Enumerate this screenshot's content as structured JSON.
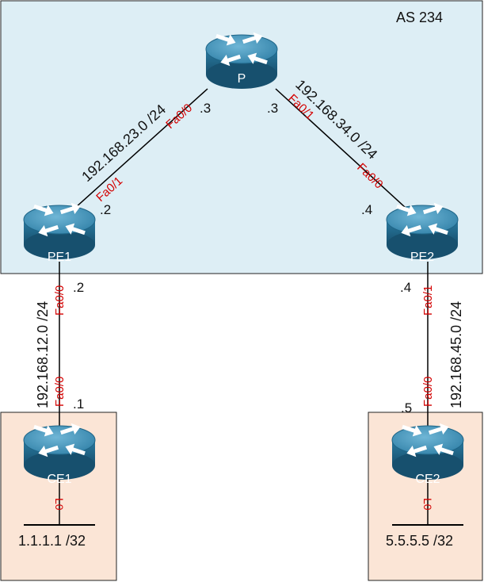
{
  "as_label": "AS 234",
  "routers": {
    "p": {
      "name": "P"
    },
    "pe1": {
      "name": "PE1"
    },
    "pe2": {
      "name": "PE2"
    },
    "ce1": {
      "name": "CE1"
    },
    "ce2": {
      "name": "CE2"
    }
  },
  "links": {
    "pe1_p": {
      "subnet": "192.168.23.0 /24",
      "pe1_iface": "Fa0/1",
      "p_iface": "Fa0/0",
      "pe1_host": ".2",
      "p_host": ".3"
    },
    "p_pe2": {
      "subnet": "192.168.34.0 /24",
      "p_iface": "Fa0/1",
      "pe2_iface": "Fa0/0",
      "p_host": ".3",
      "pe2_host": ".4"
    },
    "pe1_ce1": {
      "subnet": "192.168.12.0 /24",
      "pe1_iface": "Fa0/0",
      "ce1_iface": "Fa0/0",
      "pe1_host": ".2",
      "ce1_host": ".1"
    },
    "pe2_ce2": {
      "subnet": "192.168.45.0 /24",
      "pe2_iface": "Fa0/1",
      "ce2_iface": "Fa0/0",
      "pe2_host": ".4",
      "ce2_host": ".5"
    }
  },
  "loopbacks": {
    "ce1": {
      "iface": "L0",
      "network": "1.1.1.1 /32"
    },
    "ce2": {
      "iface": "L0",
      "network": "5.5.5.5 /32"
    }
  },
  "colors": {
    "as_fill": "#ddeef5",
    "customer_fill": "#fbe5d6",
    "router_top": "#3d8fb5",
    "router_body": "#1f6587",
    "interface_text": "#d40000"
  }
}
